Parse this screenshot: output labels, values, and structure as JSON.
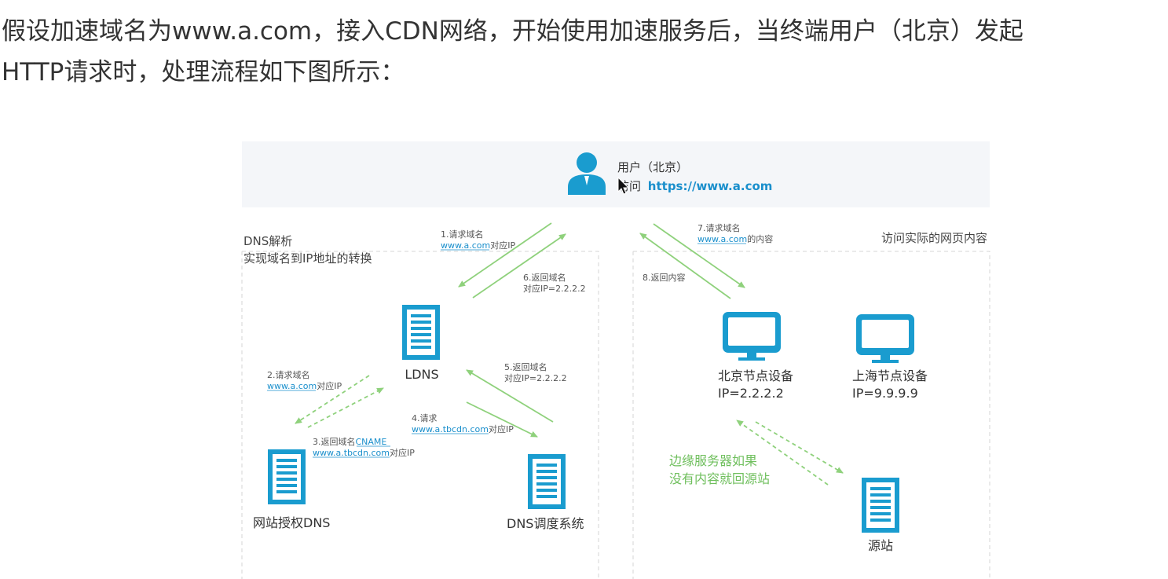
{
  "intro": {
    "line1": "假设加速域名为www.a.com，接入CDN网络，开始使用加速服务后，当终端用户（北京）发起",
    "line2": "HTTP请求时，处理流程如下图所示："
  },
  "colors": {
    "icon": "#1a9ccf",
    "arrow": "#8fd17c",
    "link": "#1a8fcc",
    "green_text": "#6fbf5d"
  },
  "user": {
    "icon": "user-icon",
    "name": "用户（北京）",
    "visit_prefix": "访问",
    "visit_url": "https://www.a.com"
  },
  "regions": {
    "dns_title": "DNS解析",
    "dns_subtitle": "实现域名到IP地址的转换",
    "content_title": "访问实际的网页内容"
  },
  "nodes": {
    "ldns": {
      "label": "LDNS",
      "icon": "server-icon"
    },
    "auth_dns": {
      "label": "网站授权DNS",
      "icon": "server-icon"
    },
    "dns_sched": {
      "label": "DNS调度系统",
      "icon": "server-icon"
    },
    "beijing": {
      "label": "北京节点设备",
      "ip": "IP=2.2.2.2",
      "icon": "monitor-icon"
    },
    "shanghai": {
      "label": "上海节点设备",
      "ip": "IP=9.9.9.9",
      "icon": "monitor-icon"
    },
    "origin": {
      "label": "源站",
      "icon": "server-icon"
    }
  },
  "steps": {
    "s1": {
      "title": "1.请求域名",
      "link": "www.a.com",
      "suffix": "对应IP"
    },
    "s2": {
      "title": "2.请求域名",
      "link": "www.a.com",
      "suffix": "对应IP"
    },
    "s3": {
      "title_prefix": "3.返回域名",
      "title_link": "CNAME",
      "link": "www.a.tbcdn.com",
      "suffix": "对应IP"
    },
    "s4": {
      "title": "4.请求",
      "link": "www.a.tbcdn.com",
      "suffix": "对应IP"
    },
    "s5": {
      "title": "5.返回域名",
      "line2": "对应IP=2.2.2.2"
    },
    "s6": {
      "title": "6.返回域名",
      "line2": "对应IP=2.2.2.2"
    },
    "s7": {
      "title": "7.请求域名",
      "link": "www.a.com",
      "suffix": "的内容"
    },
    "s8": {
      "title": "8.返回内容"
    }
  },
  "edge_note": {
    "line1": "边缘服务器如果",
    "line2": "没有内容就回源站"
  }
}
